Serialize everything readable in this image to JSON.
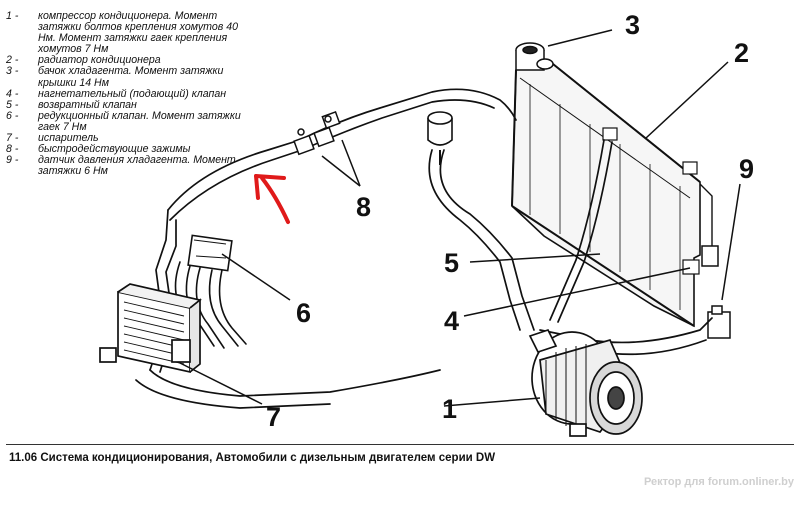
{
  "legend": [
    {
      "num": "1 -",
      "text": "компрессор кондиционера. Момент затяжки болтов крепления хомутов 40 Нм. Момент затяжки гаек крепления хомутов 7 Нм"
    },
    {
      "num": "2 -",
      "text": "радиатор кондиционера"
    },
    {
      "num": "3 -",
      "text": "бачок хладагента. Момент затяжки крышки 14 Нм"
    },
    {
      "num": "4 -",
      "text": "нагнетательный (подающий) клапан"
    },
    {
      "num": "5 -",
      "text": "возвратный клапан"
    },
    {
      "num": "6 -",
      "text": "редукционный клапан. Момент затяжки гаек 7 Нм"
    },
    {
      "num": "7 -",
      "text": "испаритель"
    },
    {
      "num": "8 -",
      "text": "быстродействующие зажимы"
    },
    {
      "num": "9 -",
      "text": "датчик давления хладагента. Момент затяжки 6 Нм"
    }
  ],
  "callouts": {
    "c1": "1",
    "c2": "2",
    "c3": "3",
    "c4": "4",
    "c5": "5",
    "c6": "6",
    "c7": "7",
    "c8": "8",
    "c9": "9"
  },
  "caption": "11.06 Система кондиционирования, Автомобили с дизельным двигателем серии DW",
  "watermark": "Ректор для forum.onliner.by",
  "colors": {
    "line": "#111111",
    "annotation_arrow": "#e01a1a"
  }
}
